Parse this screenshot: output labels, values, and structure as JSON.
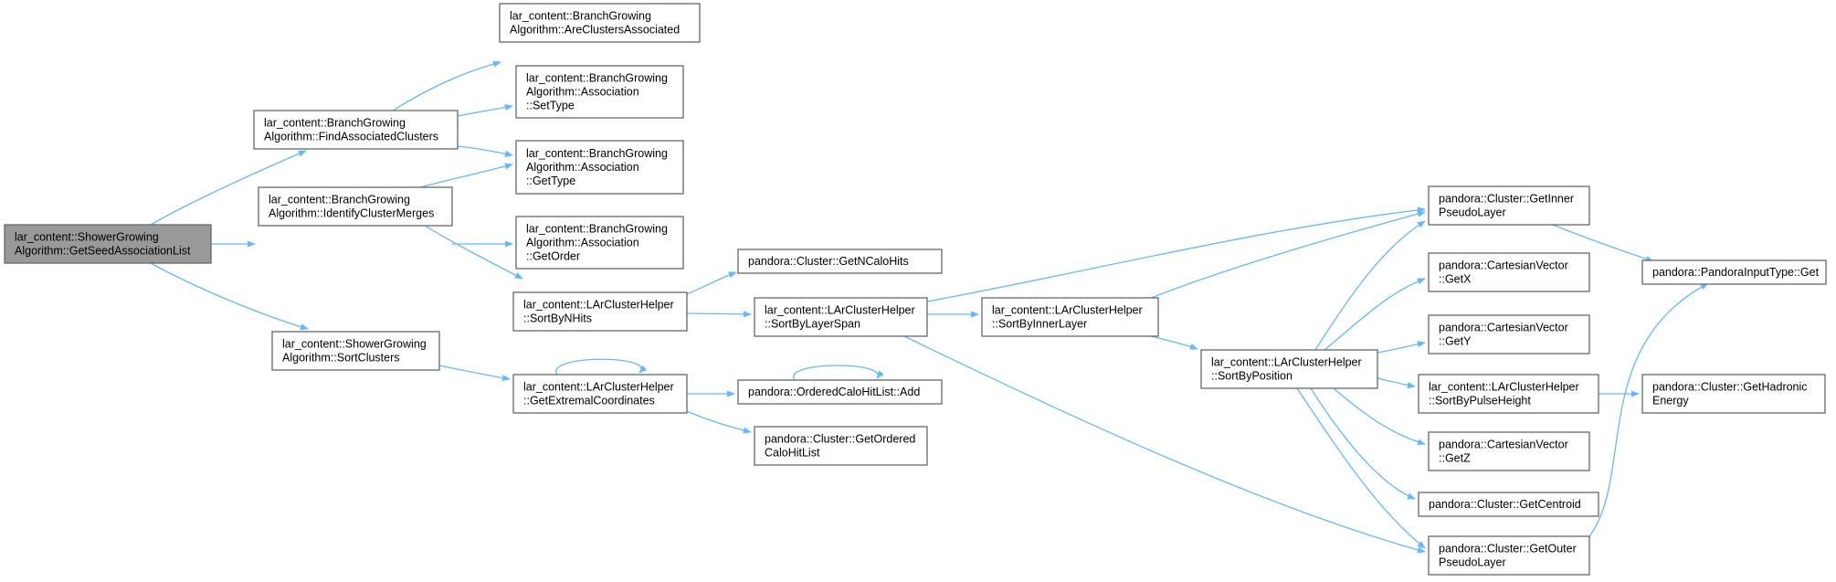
{
  "colors": {
    "edge": "#63b8ff",
    "root_fill": "#999999",
    "node_border": "#666666",
    "node_fill": "#ffffff"
  },
  "nodes": [
    {
      "id": "n0",
      "lines": [
        "lar_content::ShowerGrowing",
        "Algorithm::GetSeedAssociationList"
      ],
      "root": true
    },
    {
      "id": "n1",
      "lines": [
        "lar_content::BranchGrowing",
        "Algorithm::FindAssociatedClusters"
      ]
    },
    {
      "id": "n2",
      "lines": [
        "lar_content::BranchGrowing",
        "Algorithm::IdentifyClusterMerges"
      ]
    },
    {
      "id": "n3",
      "lines": [
        "lar_content::ShowerGrowing",
        "Algorithm::SortClusters"
      ]
    },
    {
      "id": "n4",
      "lines": [
        "lar_content::BranchGrowing",
        "Algorithm::AreClustersAssociated"
      ]
    },
    {
      "id": "n5",
      "lines": [
        "lar_content::BranchGrowing",
        "Algorithm::Association",
        "::SetType"
      ]
    },
    {
      "id": "n6",
      "lines": [
        "lar_content::BranchGrowing",
        "Algorithm::Association",
        "::GetType"
      ]
    },
    {
      "id": "n7",
      "lines": [
        "lar_content::BranchGrowing",
        "Algorithm::Association",
        "::GetOrder"
      ]
    },
    {
      "id": "n8",
      "lines": [
        "lar_content::LArClusterHelper",
        "::SortByNHits"
      ]
    },
    {
      "id": "n9",
      "lines": [
        "lar_content::LArClusterHelper",
        "::GetExtremalCoordinates"
      ]
    },
    {
      "id": "n10",
      "lines": [
        "pandora::Cluster::GetNCaloHits"
      ]
    },
    {
      "id": "n11",
      "lines": [
        "lar_content::LArClusterHelper",
        "::SortByLayerSpan"
      ]
    },
    {
      "id": "n12",
      "lines": [
        "pandora::OrderedCaloHitList::Add"
      ]
    },
    {
      "id": "n13",
      "lines": [
        "pandora::Cluster::GetOrdered",
        "CaloHitList"
      ]
    },
    {
      "id": "n14",
      "lines": [
        "lar_content::LArClusterHelper",
        "::SortByInnerLayer"
      ]
    },
    {
      "id": "n15",
      "lines": [
        "lar_content::LArClusterHelper",
        "::SortByPosition"
      ]
    },
    {
      "id": "n16",
      "lines": [
        "pandora::Cluster::GetInner",
        "PseudoLayer"
      ]
    },
    {
      "id": "n17",
      "lines": [
        "pandora::CartesianVector",
        "::GetX"
      ]
    },
    {
      "id": "n18",
      "lines": [
        "pandora::CartesianVector",
        "::GetY"
      ]
    },
    {
      "id": "n19",
      "lines": [
        "lar_content::LArClusterHelper",
        "::SortByPulseHeight"
      ]
    },
    {
      "id": "n20",
      "lines": [
        "pandora::CartesianVector",
        "::GetZ"
      ]
    },
    {
      "id": "n21",
      "lines": [
        "pandora::Cluster::GetCentroid"
      ]
    },
    {
      "id": "n22",
      "lines": [
        "pandora::Cluster::GetOuter",
        "PseudoLayer"
      ]
    },
    {
      "id": "n23",
      "lines": [
        "pandora::PandoraInputType::Get"
      ]
    },
    {
      "id": "n24",
      "lines": [
        "pandora::Cluster::GetHadronic",
        "Energy"
      ]
    }
  ],
  "edges": [
    [
      "n0",
      "n1"
    ],
    [
      "n0",
      "n2"
    ],
    [
      "n0",
      "n3"
    ],
    [
      "n1",
      "n4"
    ],
    [
      "n1",
      "n5"
    ],
    [
      "n1",
      "n6"
    ],
    [
      "n2",
      "n6"
    ],
    [
      "n2",
      "n7"
    ],
    [
      "n2",
      "n8"
    ],
    [
      "n3",
      "n9"
    ],
    [
      "n8",
      "n10"
    ],
    [
      "n8",
      "n11"
    ],
    [
      "n9",
      "n9"
    ],
    [
      "n9",
      "n12"
    ],
    [
      "n9",
      "n13"
    ],
    [
      "n12",
      "n12"
    ],
    [
      "n11",
      "n14"
    ],
    [
      "n11",
      "n16"
    ],
    [
      "n11",
      "n22"
    ],
    [
      "n14",
      "n16"
    ],
    [
      "n14",
      "n15"
    ],
    [
      "n15",
      "n16"
    ],
    [
      "n15",
      "n17"
    ],
    [
      "n15",
      "n18"
    ],
    [
      "n15",
      "n19"
    ],
    [
      "n15",
      "n20"
    ],
    [
      "n15",
      "n21"
    ],
    [
      "n15",
      "n22"
    ],
    [
      "n16",
      "n23"
    ],
    [
      "n22",
      "n23"
    ],
    [
      "n19",
      "n24"
    ]
  ]
}
